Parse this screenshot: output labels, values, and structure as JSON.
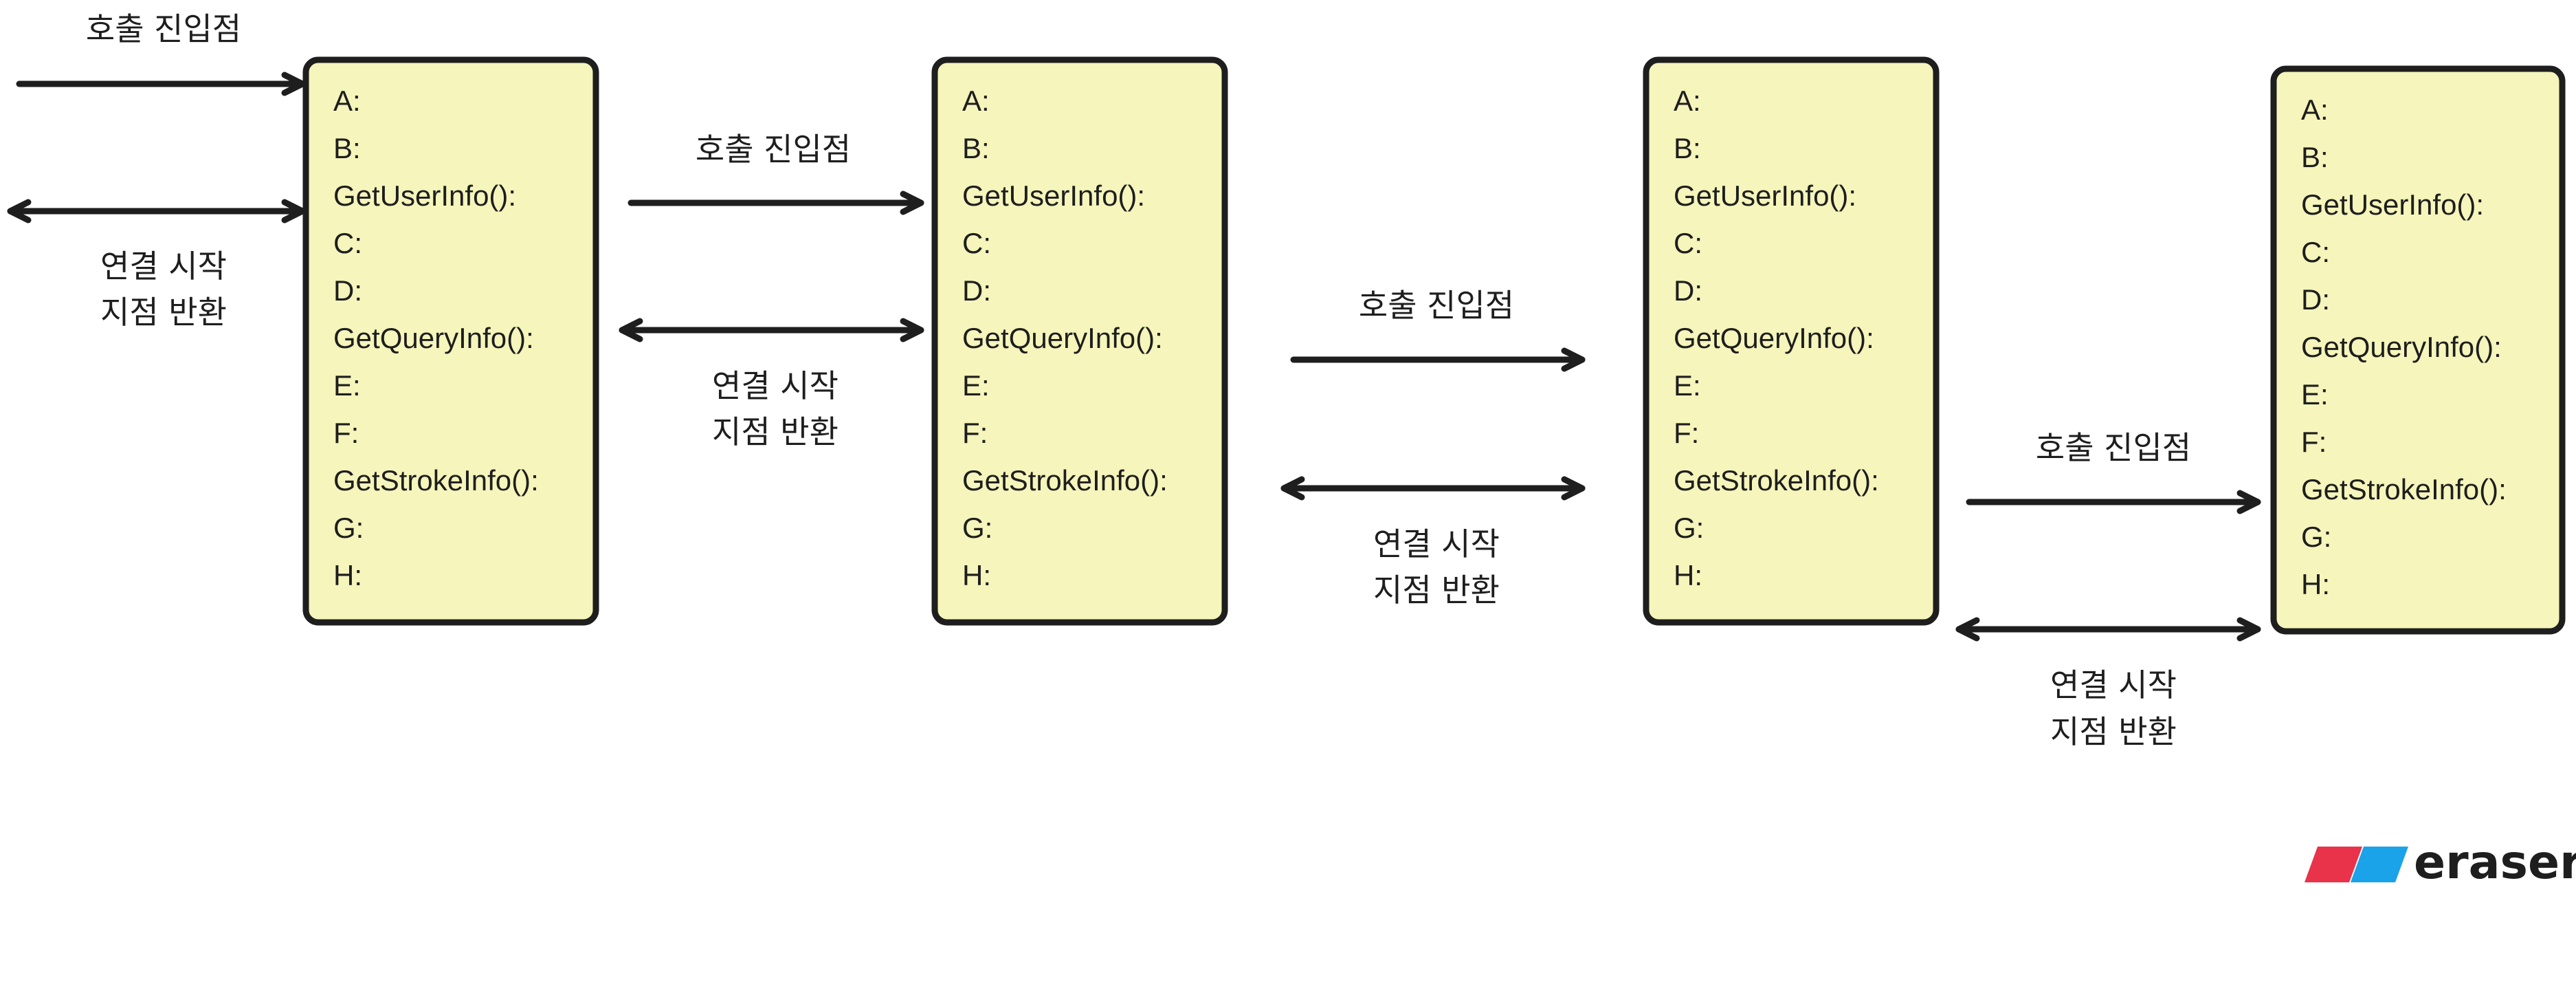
{
  "nodes": [
    {
      "id": "box-1",
      "lines": [
        "A:",
        "B:",
        "GetUserInfo():",
        "C:",
        "D:",
        "GetQueryInfo():",
        "E:",
        "F:",
        "GetStrokeInfo():",
        "G:",
        "H:"
      ]
    },
    {
      "id": "box-2",
      "lines": [
        "A:",
        "B:",
        "GetUserInfo():",
        "C:",
        "D:",
        "GetQueryInfo():",
        "E:",
        "F:",
        "GetStrokeInfo():",
        "G:",
        "H:"
      ]
    },
    {
      "id": "box-3",
      "lines": [
        "A:",
        "B:",
        "GetUserInfo():",
        "C:",
        "D:",
        "GetQueryInfo():",
        "E:",
        "F:",
        "GetStrokeInfo():",
        "G:",
        "H:"
      ]
    },
    {
      "id": "box-4",
      "lines": [
        "A:",
        "B:",
        "GetUserInfo():",
        "C:",
        "D:",
        "GetQueryInfo():",
        "E:",
        "F:",
        "GetStrokeInfo():",
        "G:",
        "H:"
      ]
    }
  ],
  "edges": [
    {
      "id": "call-entry-1",
      "from": "external",
      "to": "box-1",
      "direction": "one-way",
      "label": [
        "호출 진입점"
      ]
    },
    {
      "id": "return-1",
      "from": "box-1",
      "to": "external",
      "direction": "two-way",
      "label": [
        "연결 시작",
        "지점 반환"
      ]
    },
    {
      "id": "call-entry-2",
      "from": "box-1",
      "to": "box-2",
      "direction": "one-way",
      "label": [
        "호출 진입점"
      ]
    },
    {
      "id": "return-2",
      "from": "box-2",
      "to": "box-1",
      "direction": "two-way",
      "label": [
        "연결 시작",
        "지점 반환"
      ]
    },
    {
      "id": "call-entry-3",
      "from": "box-2",
      "to": "box-3",
      "direction": "one-way",
      "label": [
        "호출 진입점"
      ]
    },
    {
      "id": "return-3",
      "from": "box-3",
      "to": "box-2",
      "direction": "two-way",
      "label": [
        "연결 시작",
        "지점 반환"
      ]
    },
    {
      "id": "call-entry-4",
      "from": "box-3",
      "to": "box-4",
      "direction": "one-way",
      "label": [
        "호출 진입점"
      ]
    },
    {
      "id": "return-4",
      "from": "box-4",
      "to": "box-3",
      "direction": "two-way",
      "label": [
        "연결 시작",
        "지점 반환"
      ]
    }
  ],
  "brand": {
    "name": "eraser",
    "colors": {
      "red": "#e8334a",
      "blue": "#1aa3e8"
    }
  },
  "colors": {
    "box_fill": "#f5f5bc",
    "stroke": "#1e1e1e",
    "background": "#ffffff"
  }
}
